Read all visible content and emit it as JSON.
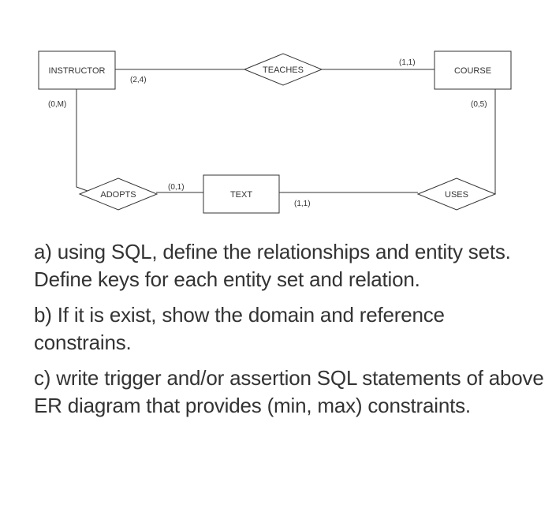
{
  "diagram": {
    "entities": {
      "instructor": "INSTRUCTOR",
      "course": "COURSE",
      "text": "TEXT"
    },
    "relationships": {
      "teaches": "TEACHES",
      "adopts": "ADOPTS",
      "uses": "USES"
    },
    "cardinalities": {
      "instructor_teaches": "(2,4)",
      "course_teaches": "(1,1)",
      "instructor_adopts": "(0,M)",
      "text_adopts": "(0,1)",
      "text_uses": "(1,1)",
      "course_uses": "(0,5)"
    }
  },
  "questions": {
    "a": "a) using SQL, define the relationships and entity sets. Define keys for each entity set and relation.",
    "b": "b) If it is exist, show the domain and reference constrains.",
    "c": "c) write trigger and/or assertion SQL statements of above ER diagram that provides (min, max) constraints."
  }
}
